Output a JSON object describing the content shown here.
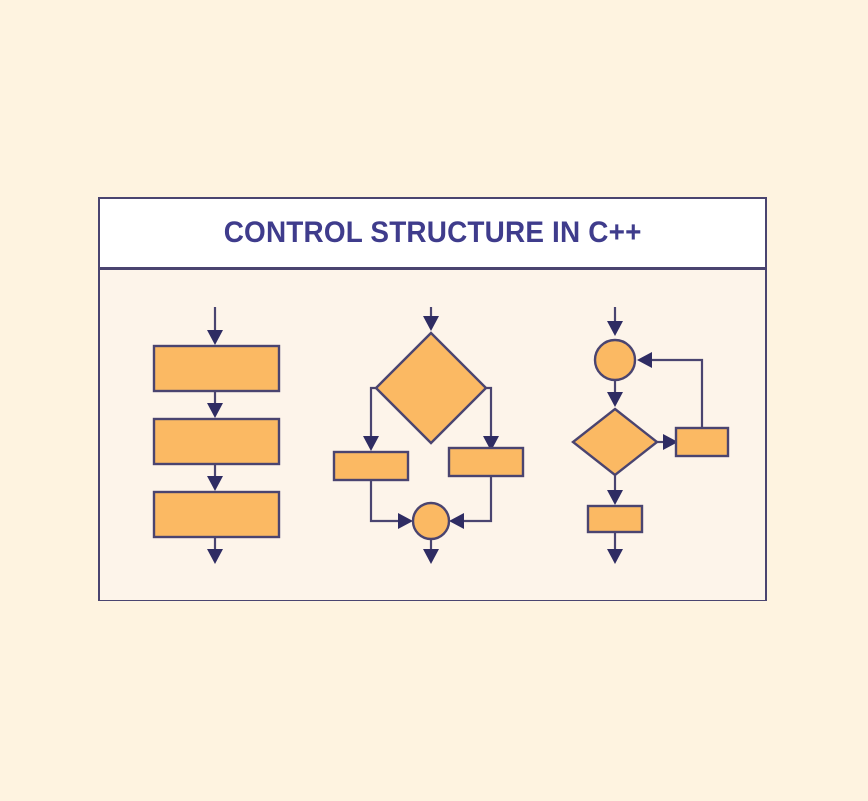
{
  "page": {
    "background_color": "#FEF3E0"
  },
  "panel": {
    "border_color": "#4A4470",
    "body_background": "#FDF4EA",
    "header_background": "#FFFFFF",
    "title": "CONTROL STRUCTURE IN C++",
    "title_color": "#3F3C8C"
  },
  "diagram": {
    "shape_fill": "#FBB963",
    "shape_stroke": "#4A4470",
    "connector_color": "#4A4470",
    "arrowhead_color": "#2F2C63",
    "columns": [
      {
        "name": "sequence-structure",
        "nodes": [
          {
            "type": "rectangle",
            "name": "sequence-process-1"
          },
          {
            "type": "rectangle",
            "name": "sequence-process-2"
          },
          {
            "type": "rectangle",
            "name": "sequence-process-3"
          }
        ],
        "connectors": [
          "entry-arrow-into-process-1",
          "arrow-process-1-to-process-2",
          "arrow-process-2-to-process-3",
          "exit-arrow-from-process-3"
        ]
      },
      {
        "name": "selection-structure",
        "nodes": [
          {
            "type": "diamond",
            "name": "selection-decision"
          },
          {
            "type": "rectangle",
            "name": "selection-true-branch"
          },
          {
            "type": "rectangle",
            "name": "selection-false-branch"
          },
          {
            "type": "circle",
            "name": "selection-merge-connector"
          }
        ],
        "connectors": [
          "entry-arrow-into-decision",
          "decision-to-left-branch",
          "decision-to-right-branch",
          "left-branch-to-merge",
          "right-branch-to-merge",
          "exit-arrow-from-merge"
        ]
      },
      {
        "name": "repetition-structure",
        "nodes": [
          {
            "type": "circle",
            "name": "loop-entry-connector"
          },
          {
            "type": "diamond",
            "name": "loop-condition"
          },
          {
            "type": "rectangle",
            "name": "loop-body-process"
          },
          {
            "type": "rectangle",
            "name": "loop-exit-process"
          }
        ],
        "connectors": [
          "entry-arrow-into-connector",
          "connector-to-condition",
          "condition-to-loop-body",
          "loop-body-back-to-connector",
          "condition-to-exit-process",
          "exit-arrow-from-exit-process"
        ]
      }
    ]
  }
}
